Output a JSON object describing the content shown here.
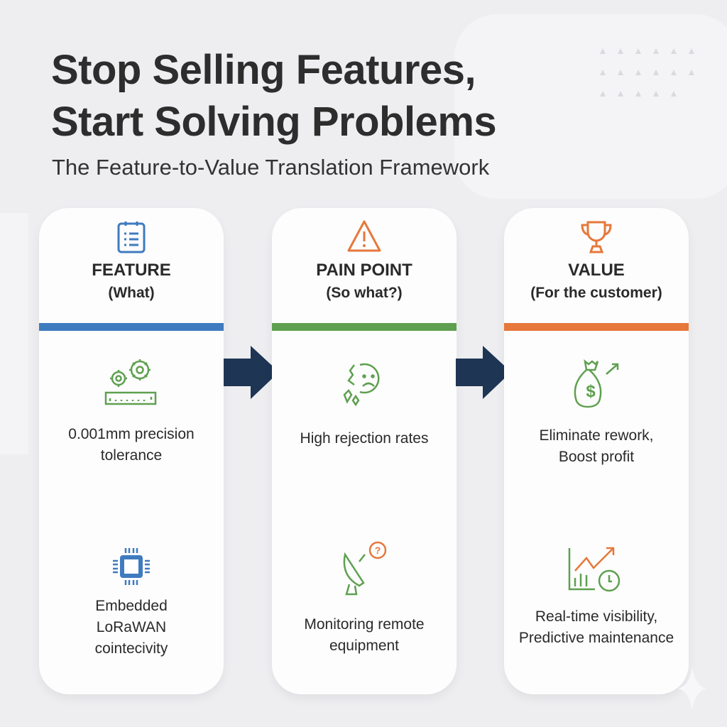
{
  "title": {
    "line1": "Stop Selling Features,",
    "line2": "Start Solving Problems"
  },
  "subtitle": "The Feature-to-Value Translation Framework",
  "columns": [
    {
      "heading": "FEATURE",
      "subheading": "(What)",
      "color": "#3f7bbf",
      "icon": "clipboard-list-icon",
      "items": [
        {
          "icon": "gears-ruler-icon",
          "text": [
            "0.001mm precision",
            "tolerance"
          ]
        },
        {
          "icon": "chip-icon",
          "text": [
            "Embedded",
            "LoRaWAN",
            "cointecivity"
          ]
        }
      ]
    },
    {
      "heading": "PAIN POINT",
      "subheading": "(So what?)",
      "color": "#5ea04f",
      "icon": "warning-icon",
      "items": [
        {
          "icon": "broken-sad-face-icon",
          "text": [
            "High rejection rates"
          ]
        },
        {
          "icon": "satellite-dish-question-icon",
          "text": [
            "Monitoring remote",
            "equipment"
          ]
        }
      ]
    },
    {
      "heading": "VALUE",
      "subheading": "(For the customer)",
      "color": "#e6783b",
      "icon": "trophy-icon",
      "items": [
        {
          "icon": "money-bag-icon",
          "text": [
            "Eliminate rework,",
            "Boost profit"
          ]
        },
        {
          "icon": "chart-clock-icon",
          "text": [
            "Real-time visibility,",
            "Predictive maintenance"
          ]
        }
      ]
    }
  ],
  "arrow_color": "#1e3554"
}
